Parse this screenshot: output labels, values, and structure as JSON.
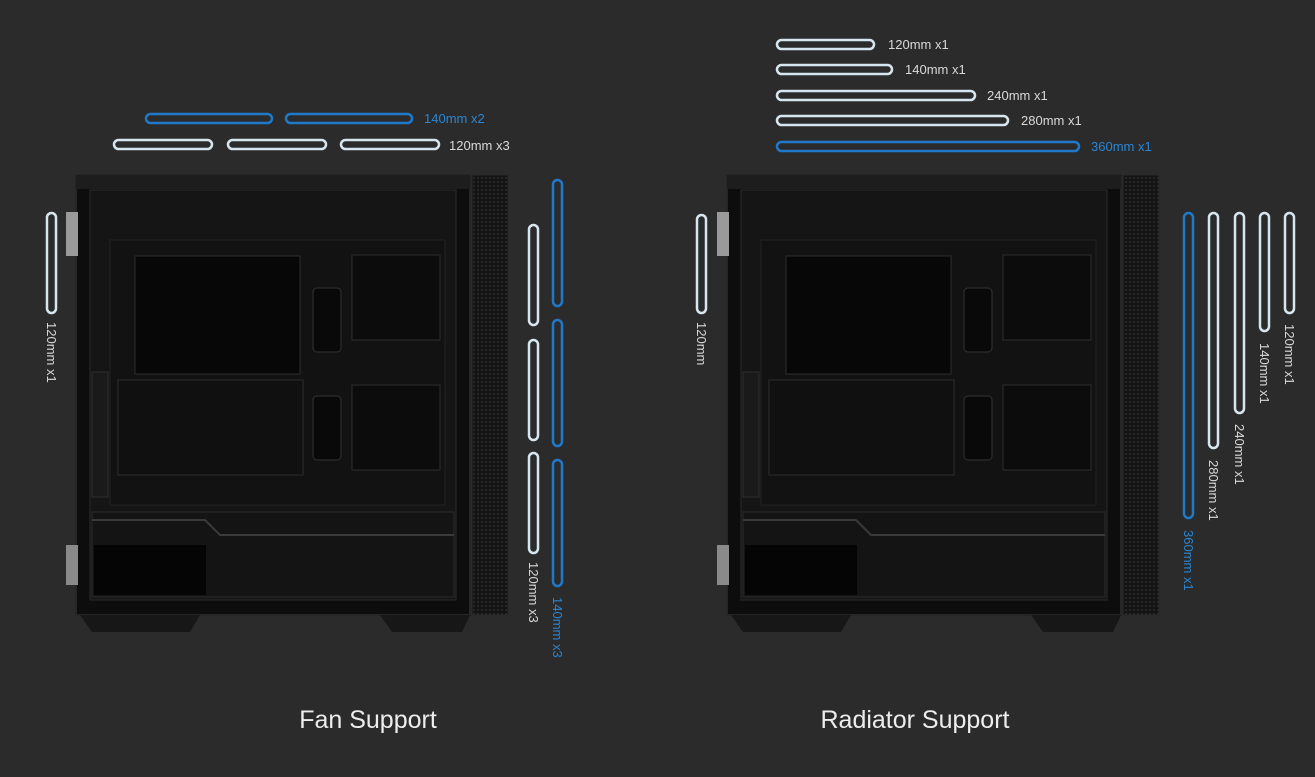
{
  "colors": {
    "background": "#2b2b2b",
    "white_line": "#d7e6ee",
    "blue_line": "#1f78c8",
    "label_white": "#d9d9d9",
    "label_blue": "#2a86d4",
    "case_body": "#0f0f0f",
    "case_panel": "#1b1b1b"
  },
  "fan_support": {
    "caption": "Fan Support",
    "top_140_label": "140mm x2",
    "top_120_label": "120mm x3",
    "rear_label": "120mm x1",
    "front_120_label": "120mm x3",
    "front_140_label": "140mm x3"
  },
  "radiator_support": {
    "caption": "Radiator Support",
    "rear_label": "120mm",
    "top_labels": [
      "120mm x1",
      "140mm x1",
      "240mm x1",
      "280mm x1",
      "360mm x1"
    ],
    "front_labels": [
      "120mm x1",
      "140mm x1",
      "240mm x1",
      "280mm x1",
      "360mm x1"
    ]
  }
}
